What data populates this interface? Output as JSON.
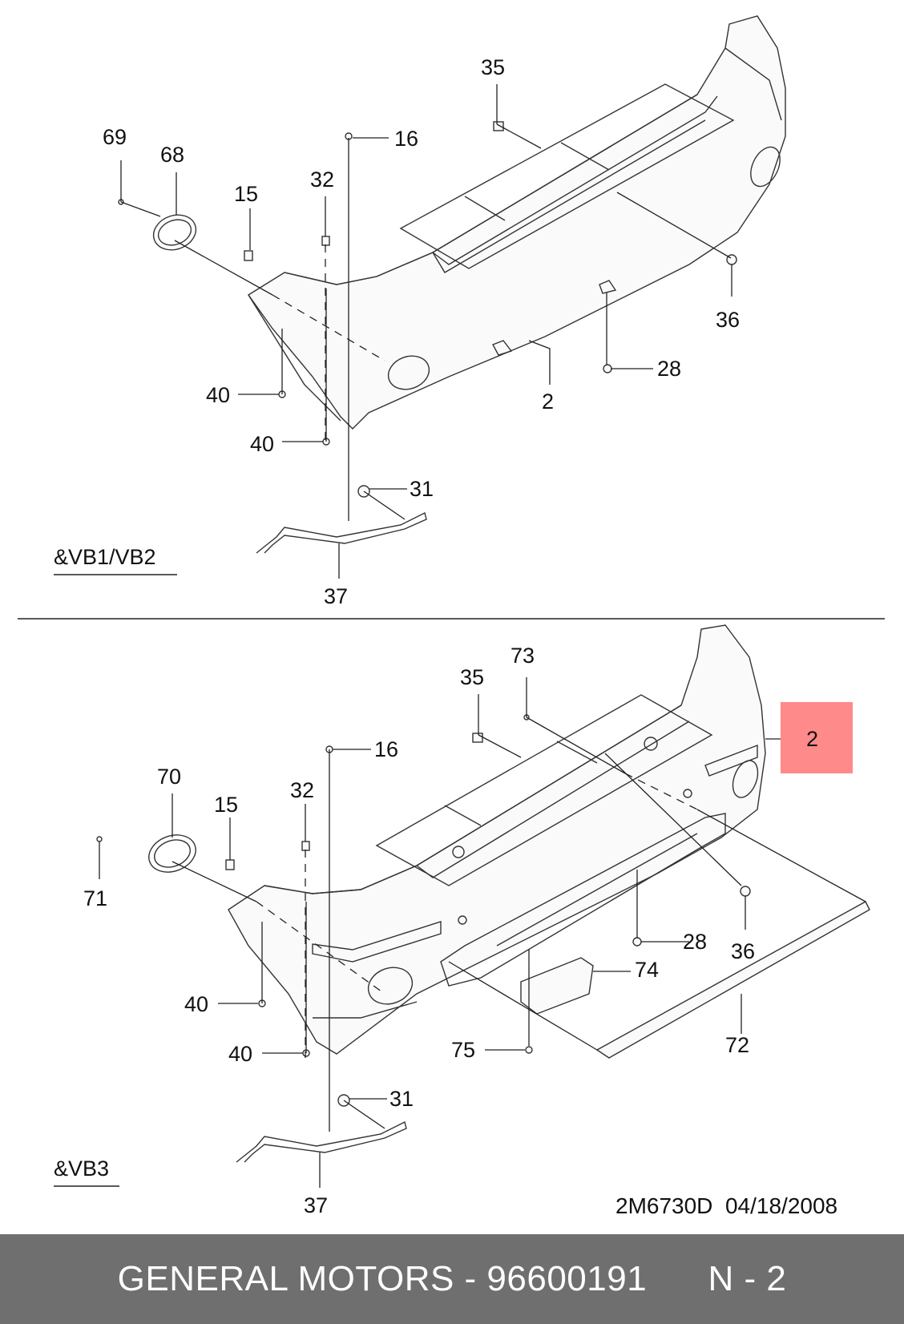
{
  "callouts_top": {
    "c35": "35",
    "c69": "69",
    "c68": "68",
    "c16": "16",
    "c32": "32",
    "c15": "15",
    "c36": "36",
    "c28": "28",
    "c40a": "40",
    "c40b": "40",
    "c2": "2",
    "c31": "31",
    "c37": "37"
  },
  "variant_top": "&VB1/VB2",
  "callouts_bottom": {
    "c73": "73",
    "c35": "35",
    "c16": "16",
    "c70": "70",
    "c32": "32",
    "c15": "15",
    "c71": "71",
    "c2": "2",
    "c28": "28",
    "c36": "36",
    "c74": "74",
    "c40a": "40",
    "c40b": "40",
    "c75": "75",
    "c72": "72",
    "c31": "31",
    "c37": "37"
  },
  "variant_bottom": "&VB3",
  "highlight_color": "#ff8a8a",
  "drawing_code": "2M6730D  04/18/2008",
  "footer": {
    "text": "GENERAL MOTORS - 96600191      N - 2",
    "background": "#6f6f6f"
  }
}
